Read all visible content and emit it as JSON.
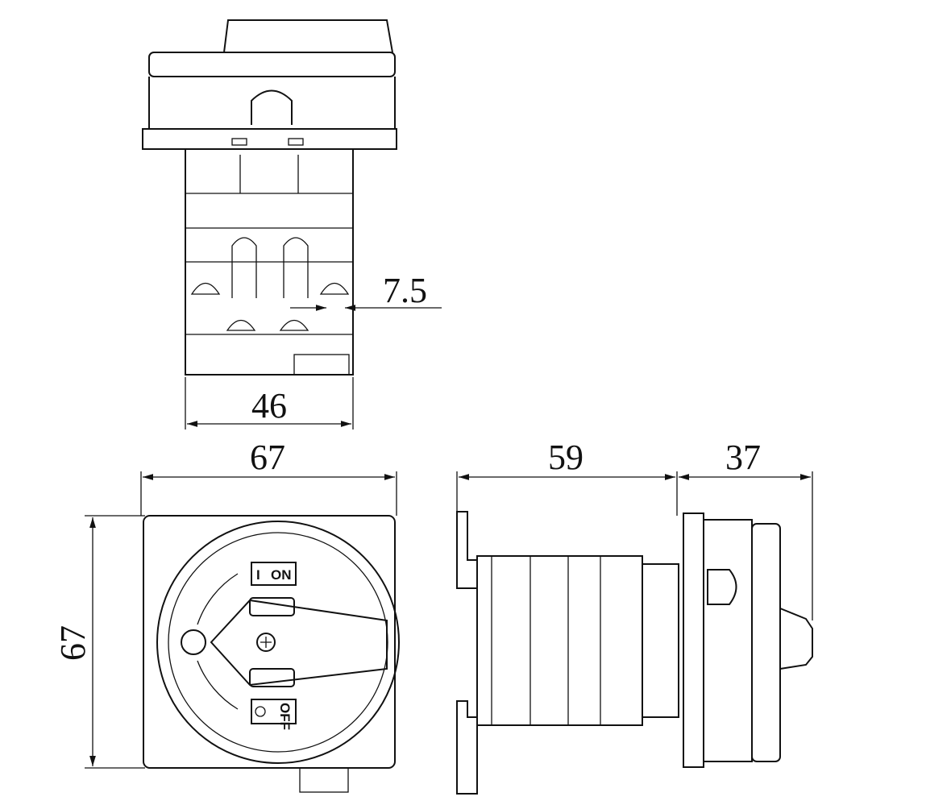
{
  "dimensions": {
    "terminal_pitch": "7.5",
    "body_width": "46",
    "front_width": "67",
    "front_height": "67",
    "depth_body": "59",
    "depth_handle": "37"
  },
  "switch_labels": {
    "on_symbol": "I",
    "on_text": "ON",
    "off_text": "OFF"
  }
}
